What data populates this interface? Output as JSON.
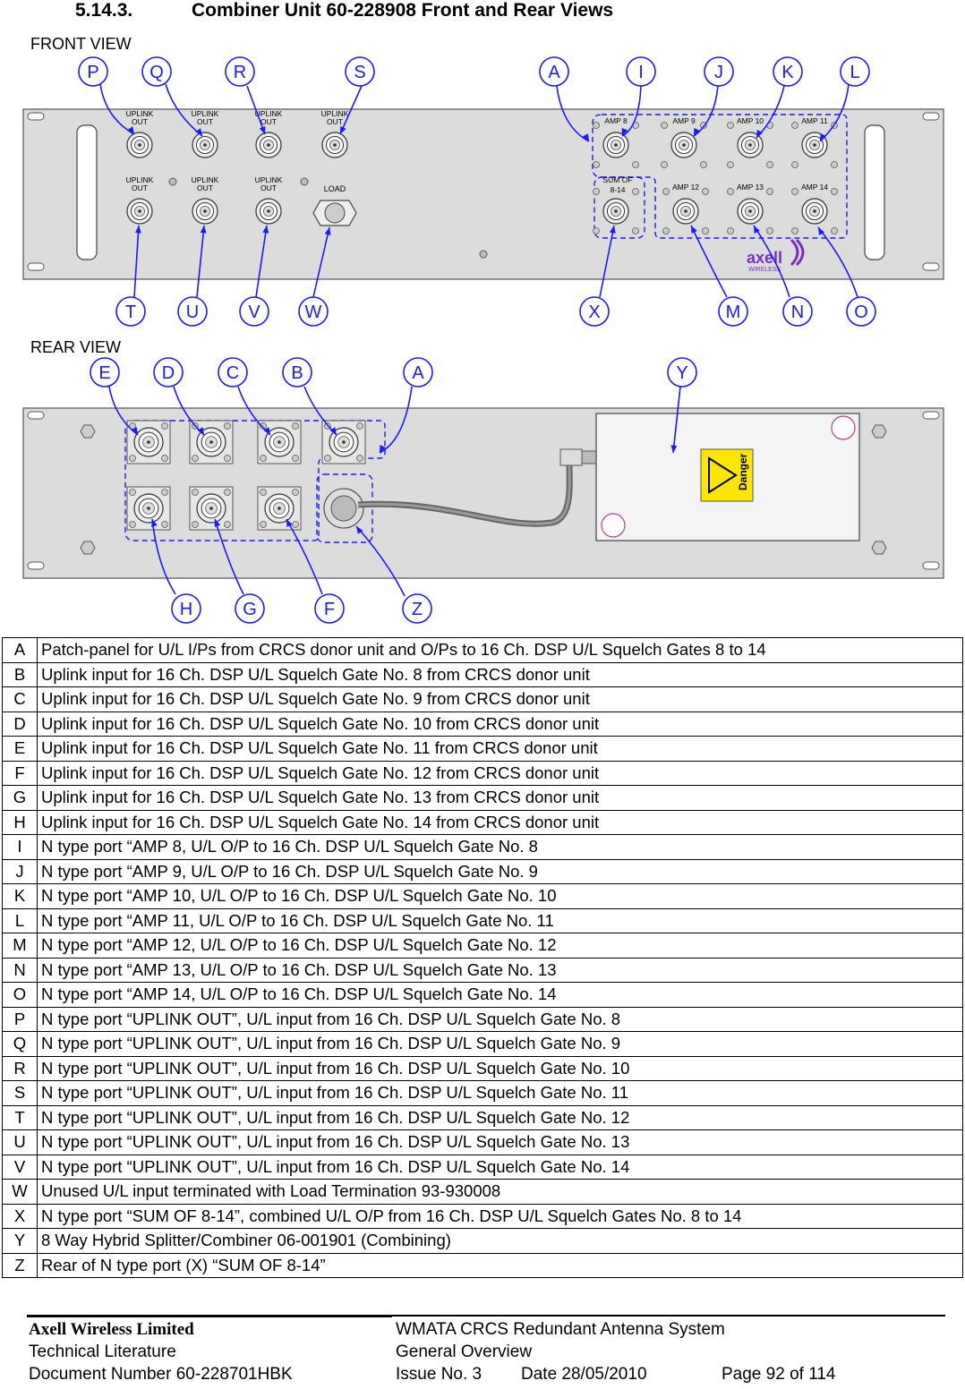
{
  "heading": {
    "number": "5.14.3.",
    "title": "Combiner Unit 60-228908 Front and Rear Views"
  },
  "figure": {
    "front_view_label": "FRONT VIEW",
    "rear_view_label": "REAR VIEW",
    "port_labels": {
      "uplink_out_line1": "UPLINK",
      "uplink_out_line2": "OUT",
      "load": "LOAD",
      "amp8": "AMP 8",
      "amp9": "AMP 9",
      "amp10": "AMP 10",
      "amp11": "AMP 11",
      "amp12": "AMP 12",
      "amp13": "AMP 13",
      "amp14": "AMP 14",
      "sum_line1": "SUM OF",
      "sum_line2": "8-14"
    },
    "brand_logo": "axell",
    "brand_sub": "WIRELESS",
    "danger_label": "Danger",
    "front_callouts": [
      "P",
      "Q",
      "R",
      "S",
      "A",
      "I",
      "J",
      "K",
      "L",
      "T",
      "U",
      "V",
      "W",
      "X",
      "M",
      "N",
      "O"
    ],
    "rear_callouts": [
      "E",
      "D",
      "C",
      "B",
      "A",
      "Y",
      "H",
      "G",
      "F",
      "Z"
    ],
    "callout_color": "#1a1aff",
    "panel_color": "#dcdcdc"
  },
  "legend": [
    {
      "key": "A",
      "text": "Patch-panel for U/L I/Ps from CRCS donor unit and O/Ps to 16 Ch. DSP U/L Squelch Gates 8 to 14"
    },
    {
      "key": "B",
      "text": "Uplink input for 16 Ch. DSP U/L Squelch Gate No. 8 from CRCS donor unit"
    },
    {
      "key": "C",
      "text": "Uplink input for 16 Ch. DSP U/L Squelch Gate No. 9 from CRCS donor unit"
    },
    {
      "key": "D",
      "text": "Uplink input for 16 Ch. DSP U/L Squelch Gate No. 10 from CRCS donor unit"
    },
    {
      "key": "E",
      "text": "Uplink input for 16 Ch. DSP U/L Squelch Gate No. 11 from CRCS donor unit"
    },
    {
      "key": "F",
      "text": "Uplink input for 16 Ch. DSP U/L Squelch Gate No. 12 from CRCS donor unit"
    },
    {
      "key": "G",
      "text": "Uplink input for 16 Ch. DSP U/L Squelch Gate No. 13  from CRCS donor unit"
    },
    {
      "key": "H",
      "text": "Uplink input for 16 Ch. DSP U/L Squelch Gate No. 14 from CRCS donor unit"
    },
    {
      "key": "I",
      "text": "N type port “AMP 8, U/L O/P to 16 Ch. DSP U/L Squelch Gate No. 8"
    },
    {
      "key": "J",
      "text": "N type port “AMP 9, U/L O/P to 16 Ch. DSP U/L Squelch Gate No. 9"
    },
    {
      "key": "K",
      "text": "N type port “AMP 10, U/L O/P to 16 Ch. DSP U/L Squelch Gate No. 10"
    },
    {
      "key": "L",
      "text": "N type port “AMP 11, U/L O/P to 16 Ch. DSP U/L Squelch Gate No. 11"
    },
    {
      "key": "M",
      "text": "N type port “AMP 12, U/L O/P to 16 Ch. DSP U/L Squelch Gate No. 12"
    },
    {
      "key": "N",
      "text": "N type port “AMP 13, U/L O/P to 16 Ch. DSP U/L Squelch Gate No. 13"
    },
    {
      "key": "O",
      "text": "N type port “AMP 14, U/L O/P to 16 Ch. DSP U/L Squelch Gate No. 14"
    },
    {
      "key": "P",
      "text": "N type port “UPLINK OUT”, U/L input from 16 Ch. DSP U/L Squelch Gate No. 8"
    },
    {
      "key": "Q",
      "text": "N type port “UPLINK OUT”, U/L input from 16 Ch. DSP U/L Squelch Gate No. 9"
    },
    {
      "key": "R",
      "text": "N type port “UPLINK OUT”, U/L input from 16 Ch. DSP U/L Squelch Gate No. 10"
    },
    {
      "key": "S",
      "text": "N type port “UPLINK OUT”, U/L input from 16 Ch. DSP U/L Squelch Gate No. 11"
    },
    {
      "key": "T",
      "text": "N type port “UPLINK OUT”, U/L input from 16 Ch. DSP U/L Squelch Gate No. 12"
    },
    {
      "key": "U",
      "text": "N type port “UPLINK OUT”, U/L input from 16 Ch. DSP U/L Squelch Gate No. 13"
    },
    {
      "key": "V",
      "text": "N type port “UPLINK OUT”, U/L input from 16 Ch. DSP U/L Squelch Gate No. 14"
    },
    {
      "key": "W",
      "text": "Unused U/L input terminated with Load Termination 93-930008"
    },
    {
      "key": "X",
      "text": "N type port “SUM OF 8-14”, combined U/L O/P from 16 Ch. DSP U/L Squelch Gates No. 8 to 14"
    },
    {
      "key": "Y",
      "text": "8 Way Hybrid Splitter/Combiner 06-001901 (Combining)"
    },
    {
      "key": "Z",
      "text": "Rear of N type port (X) “SUM OF 8-14”"
    }
  ],
  "footer": {
    "company": "Axell Wireless Limited",
    "literature": "Technical Literature",
    "doc_number": "Document Number 60-228701HBK",
    "system": "WMATA CRCS Redundant Antenna System",
    "overview": "General Overview",
    "issue": "Issue No. 3",
    "date": "Date 28/05/2010",
    "page": "Page 92 of 114"
  }
}
